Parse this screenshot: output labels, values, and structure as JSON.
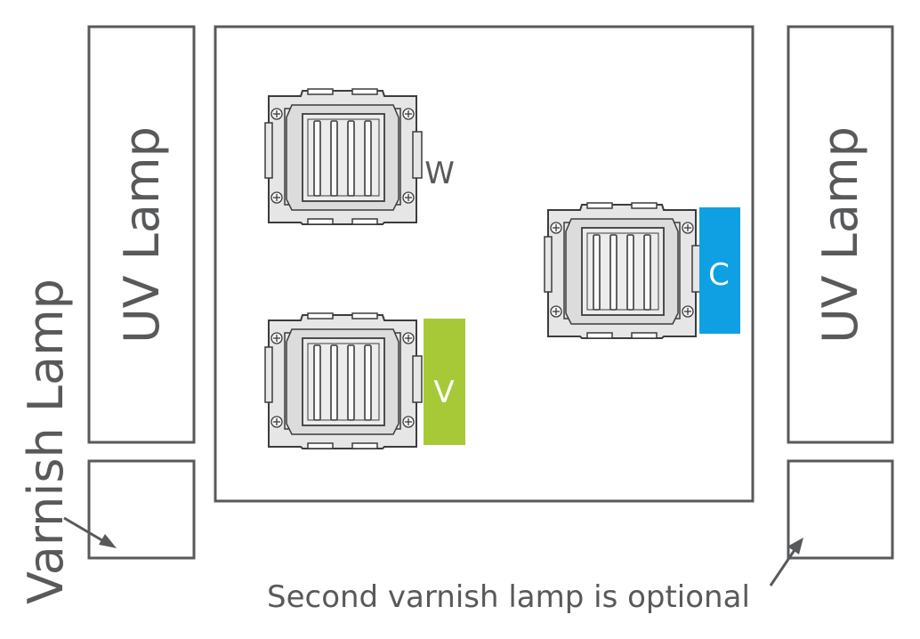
{
  "lamps": {
    "left_uv_label": "UV Lamp",
    "right_uv_label": "UV Lamp",
    "varnish_label": "Varnish Lamp",
    "optional_note": "Second varnish lamp is optional"
  },
  "printheads": {
    "white": {
      "letter": "W"
    },
    "varnish": {
      "letter": "V",
      "color": "#a7c938"
    },
    "cyan": {
      "letter": "C",
      "color": "#0fa0e3"
    }
  },
  "colors": {
    "outline": "#58595b",
    "head_body": "#e6e6e6",
    "head_stroke": "#3c3c3c"
  }
}
